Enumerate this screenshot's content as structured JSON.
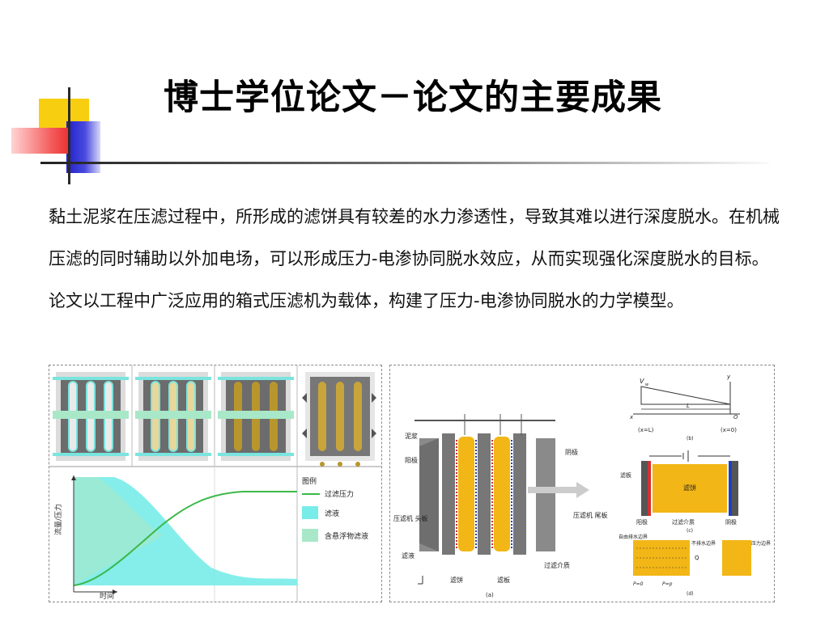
{
  "slide": {
    "title": "博士学位论文－论文的主要成果",
    "paragraph": "黏土泥浆在压滤过程中，所形成的滤饼具有较差的水力渗透性，导致其难以进行深度脱水。在机械压滤的同时辅助以外加电场，可以形成压力-电渗协同脱水效应，从而实现强化深度脱水的目标。论文以工程中广泛应用的箱式压滤机为载体，构建了压力-电渗协同脱水的力学模型。"
  },
  "figure_left": {
    "legend_title": "图例",
    "legend_items": [
      {
        "label": "过滤压力",
        "color": "#3cb84a"
      },
      {
        "label": "滤液",
        "color": "#78ece8"
      },
      {
        "label": "含悬浮物滤液",
        "color": "#a8e8c8"
      }
    ],
    "ylabel": "流量/压力",
    "xlabel": "时间"
  },
  "figure_right": {
    "panel_labels": [
      "(a)",
      "(b)",
      "(c)",
      "(d)"
    ],
    "labels_a": {
      "slurry": "泥浆",
      "anode": "阳极",
      "cathode": "阴极",
      "head_plate": "压滤机\n头板",
      "tail_plate": "压滤机\n尾板",
      "filtrate": "滤液",
      "filter_cake": "滤饼",
      "filter_plate": "滤板",
      "filter_medium": "过滤介质"
    },
    "labels_b": {
      "v": "V",
      "v_sub": "w",
      "L": "L",
      "O": "O",
      "x": "x",
      "y": "y",
      "x_eq_L": "(x=L)",
      "x_eq_0": "(x=0)"
    },
    "labels_c": {
      "filter_plate": "滤板",
      "filter_cake": "滤饼",
      "anode": "阳极",
      "medium": "过滤介质",
      "cathode": "阴极"
    },
    "labels_d": {
      "free_drain": "自由排水边界",
      "no_drain": "不排水边界",
      "pressure_boundary": "压力边界",
      "p0": "P=0",
      "pp": "P=p",
      "q0": "Q"
    }
  }
}
